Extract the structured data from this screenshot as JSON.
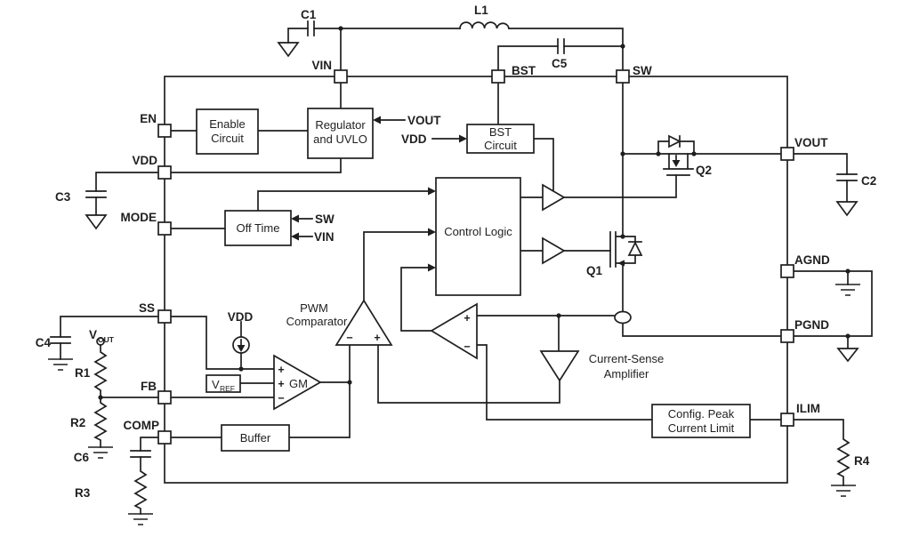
{
  "schematic": {
    "pins": {
      "en": "EN",
      "vdd": "VDD",
      "mode": "MODE",
      "ss": "SS",
      "fb": "FB",
      "comp": "COMP",
      "vin": "VIN",
      "bst": "BST",
      "sw": "SW",
      "vout": "VOUT",
      "agnd": "AGND",
      "pgnd": "PGND",
      "ilim": "ILIM"
    },
    "blocks": {
      "enable_l1": "Enable",
      "enable_l2": "Circuit",
      "regulator_l1": "Regulator",
      "regulator_l2": "and UVLO",
      "bst_l1": "BST",
      "bst_l2": "Circuit",
      "off_time": "Off Time",
      "control_logic": "Control Logic",
      "buffer": "Buffer",
      "config_l1": "Config. Peak",
      "config_l2": "Current Limit"
    },
    "amplifiers": {
      "pwm_l1": "PWM",
      "pwm_l2": "Comparator",
      "csa_l1": "Current-Sense",
      "csa_l2": "Amplifier",
      "gm": "GM"
    },
    "signal_labels": {
      "regulator_vout": "VOUT",
      "bst_vdd": "VDD",
      "offtime_sw": "SW",
      "offtime_vin": "VIN",
      "softstart_vdd": "VDD"
    },
    "components": {
      "c1": "C1",
      "c2": "C2",
      "c3": "C3",
      "c4": "C4",
      "c5": "C5",
      "c6": "C6",
      "l1": "L1",
      "r1": "R1",
      "r2": "R2",
      "r3": "R3",
      "r4": "R4",
      "q1": "Q1",
      "q2": "Q2"
    },
    "symbols": {
      "plus": "+",
      "minus": "−",
      "v": "V",
      "ref_sub": "REF",
      "out_sub": "OUT"
    },
    "colors": {
      "ink": "#1f1f1f",
      "background": "#ffffff"
    }
  }
}
